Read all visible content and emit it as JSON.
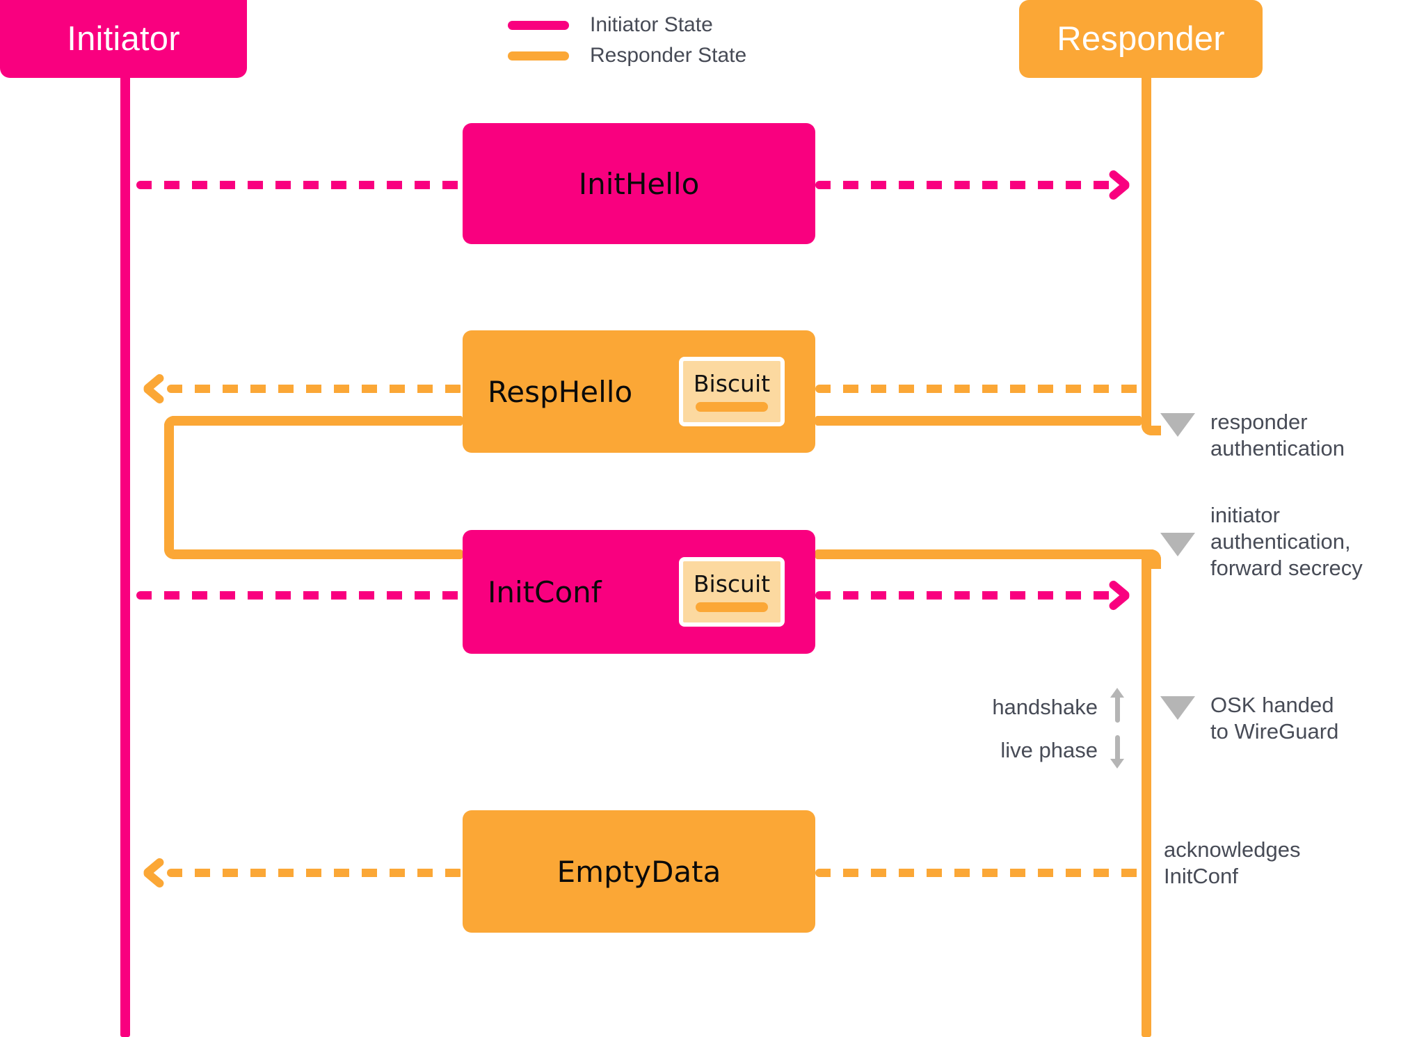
{
  "colors": {
    "initiator_pink": "#F9007F",
    "responder_orange": "#FBA736",
    "biscuit_fill": "#FCD9A0",
    "annotation_gray": "#474B56",
    "marker_gray": "#B5B5B5"
  },
  "actors": {
    "left": {
      "name": "Initiator"
    },
    "right": {
      "name": "Responder"
    }
  },
  "legend": {
    "items": [
      {
        "label": "Initiator State",
        "color": "#F9007F",
        "icon": "line-swatch"
      },
      {
        "label": "Responder State",
        "color": "#FBA736",
        "icon": "line-swatch"
      }
    ]
  },
  "messages": [
    {
      "id": "init-hello",
      "label": "InitHello",
      "direction": "left-to-right",
      "state": "initiator",
      "badge": null
    },
    {
      "id": "resp-hello",
      "label": "RespHello",
      "direction": "right-to-left",
      "state": "responder",
      "badge": {
        "label": "Biscuit"
      }
    },
    {
      "id": "init-conf",
      "label": "InitConf",
      "direction": "left-to-right",
      "state": "initiator",
      "badge": {
        "label": "Biscuit"
      }
    },
    {
      "id": "empty-data",
      "label": "EmptyData",
      "direction": "right-to-left",
      "state": "responder",
      "badge": null
    }
  ],
  "annotations": [
    {
      "id": "responder-auth",
      "text": "responder\nauthentication",
      "marker": "triangle-down"
    },
    {
      "id": "initiator-auth",
      "text": "initiator\nauthentication,\nforward secrecy",
      "marker": "triangle-down"
    },
    {
      "id": "osk-handed",
      "text": "OSK handed\nto WireGuard",
      "marker": "triangle-down"
    },
    {
      "id": "acknowledges",
      "text": "acknowledges\nInitConf",
      "marker": "none"
    }
  ],
  "phases": [
    {
      "id": "handshake",
      "label": "handshake",
      "arrow": "up"
    },
    {
      "id": "live-phase",
      "label": "live phase",
      "arrow": "down"
    }
  ]
}
